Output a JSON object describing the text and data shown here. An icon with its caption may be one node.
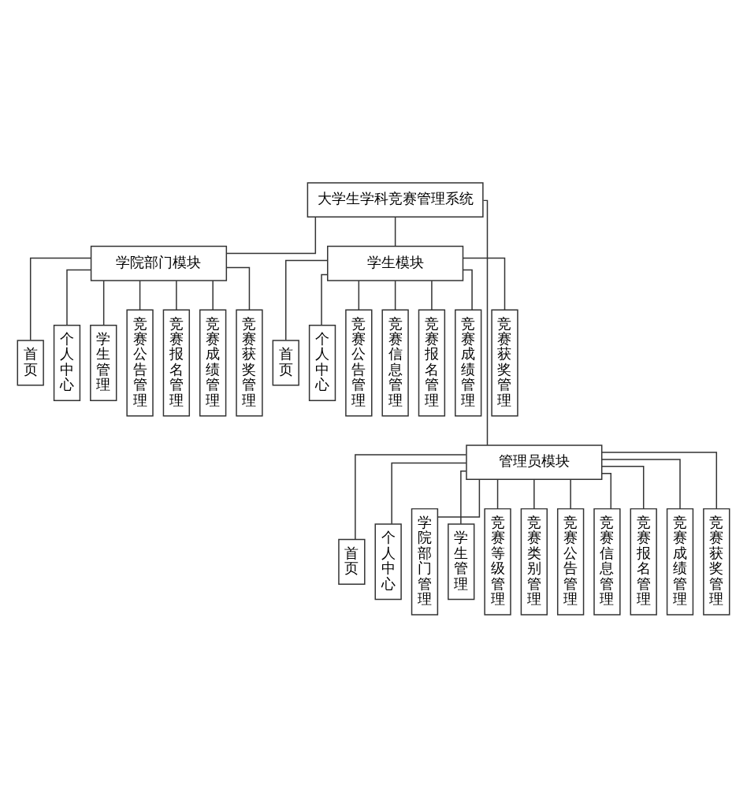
{
  "diagram": {
    "nodes": [
      {
        "text": [
          "大学生学科竞赛管理系统"
        ]
      },
      {
        "text": [
          "学院部门模块"
        ]
      },
      {
        "text": [
          "学生模块"
        ]
      },
      {
        "text": [
          "首页"
        ]
      },
      {
        "text": [
          "个人中心"
        ]
      },
      {
        "text": [
          "学生管理"
        ]
      },
      {
        "text": [
          "竞赛公告管理"
        ]
      },
      {
        "text": [
          "竞赛报名管理"
        ]
      },
      {
        "text": [
          "竞赛成绩管理"
        ]
      },
      {
        "text": [
          "竞赛获奖管理"
        ]
      },
      {
        "text": [
          "首页"
        ]
      },
      {
        "text": [
          "个人中心"
        ]
      },
      {
        "text": [
          "竞赛公告管理"
        ]
      },
      {
        "text": [
          "竞赛信息管理"
        ]
      },
      {
        "text": [
          "竞赛报名管理"
        ]
      },
      {
        "text": [
          "竞赛成绩管理"
        ]
      },
      {
        "text": [
          "竞赛获奖管理"
        ]
      },
      {
        "text": [
          "管理员模块"
        ]
      },
      {
        "text": [
          "首页"
        ]
      },
      {
        "text": [
          "个人中心"
        ]
      },
      {
        "text": [
          "学院部门管理"
        ]
      },
      {
        "text": [
          "学生管理"
        ]
      },
      {
        "text": [
          "竞赛等级管理"
        ]
      },
      {
        "text": [
          "竞赛类别管理"
        ]
      },
      {
        "text": [
          "竞赛公告管理"
        ]
      },
      {
        "text": [
          "竞赛信息管理"
        ]
      },
      {
        "text": [
          "竞赛报名管理"
        ]
      },
      {
        "text": [
          "竞赛成绩管理"
        ]
      },
      {
        "text": [
          "竞赛获奖管理"
        ]
      }
    ],
    "edges": [
      {
        "from": 0,
        "to": 1,
        "arrow": "none"
      },
      {
        "from": 0,
        "to": 2,
        "arrow": "none"
      },
      {
        "from": 0,
        "to": 17,
        "arrow": "none"
      },
      {
        "from": 1,
        "to": 3,
        "arrow": "none"
      },
      {
        "from": 1,
        "to": 4,
        "arrow": "none"
      },
      {
        "from": 1,
        "to": 5,
        "arrow": "none"
      },
      {
        "from": 1,
        "to": 6,
        "arrow": "none"
      },
      {
        "from": 1,
        "to": 7,
        "arrow": "none"
      },
      {
        "from": 1,
        "to": 8,
        "arrow": "none"
      },
      {
        "from": 1,
        "to": 9,
        "arrow": "none"
      },
      {
        "from": 2,
        "to": 10,
        "arrow": "none"
      },
      {
        "from": 2,
        "to": 11,
        "arrow": "none"
      },
      {
        "from": 2,
        "to": 12,
        "arrow": "none"
      },
      {
        "from": 2,
        "to": 13,
        "arrow": "none"
      },
      {
        "from": 2,
        "to": 14,
        "arrow": "none"
      },
      {
        "from": 2,
        "to": 15,
        "arrow": "none"
      },
      {
        "from": 2,
        "to": 16,
        "arrow": "none"
      },
      {
        "from": 17,
        "to": 18,
        "arrow": "none"
      },
      {
        "from": 17,
        "to": 19,
        "arrow": "none"
      },
      {
        "from": 17,
        "to": 20,
        "arrow": "none"
      },
      {
        "from": 17,
        "to": 21,
        "arrow": "none"
      },
      {
        "from": 17,
        "to": 22,
        "arrow": "none"
      },
      {
        "from": 17,
        "to": 23,
        "arrow": "none"
      },
      {
        "from": 17,
        "to": 24,
        "arrow": "none"
      },
      {
        "from": 17,
        "to": 25,
        "arrow": "none"
      },
      {
        "from": 17,
        "to": 26,
        "arrow": "none"
      },
      {
        "from": 17,
        "to": 27,
        "arrow": "none"
      },
      {
        "from": 17,
        "to": 28,
        "arrow": "none"
      }
    ]
  }
}
